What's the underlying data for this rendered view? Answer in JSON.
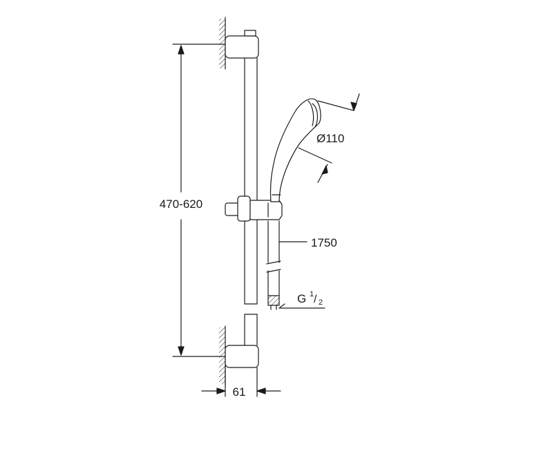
{
  "drawing": {
    "colors": {
      "line": "#1a1a1a",
      "background": "#ffffff"
    },
    "dimensions": {
      "rail_height": "470-620",
      "head_diameter": "Ø110",
      "hose_length": "1750",
      "connection_base": "G",
      "connection_numerator": "1",
      "connection_slash": "/",
      "connection_denominator": "2",
      "wall_offset": "61"
    }
  }
}
